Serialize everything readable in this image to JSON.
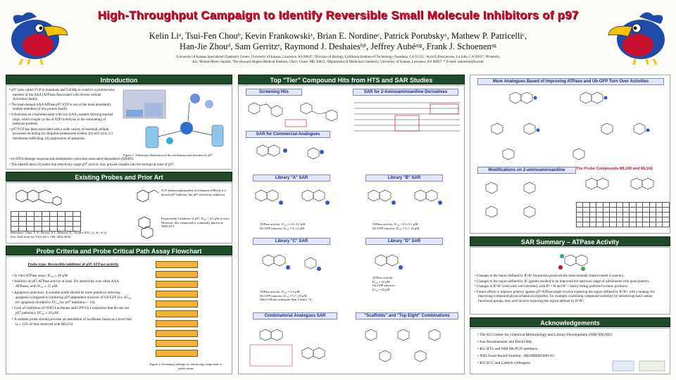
{
  "title": "High-Throughput Campaign to Identify Reversible Small Molecule Inhibitors of p97",
  "authors_line1": "Kelin Liᵃ, Tsui-Fen Chouᵇ, Kevin Frankowskiᵃ, Brian E. Nordineᶜ, Patrick Porubskyᵃ, Mathew P. Patricelliᶜ,",
  "authors_line2": "Han-Jie Zhouᵈ, Sam Gerritzᵉ, Raymond J. Deshaiesᵇʲᶠ, Jeffrey Aubéᵃʲᵍ, Frank J. Schoenenᵃᵍ",
  "affiliations_line1": "ᵃUniversity of Kansas Specialized Chemistry Center, University of Kansas, Lawrence, KS 66047; ᵇDivision of Biology, California Institute of Technology, Pasadena, CA 91125; ᶜActivX Biosciences, La Jolla, CA 92037; ᵈProteolix,",
  "affiliations_line2": "Inc; ᵉBristol-Myers Squibb; ᶠThe Howard Hughes Medical Institute, Chevy Chase, MD 20815; ᵍDepartment of Medicinal Chemistry, University of Kansas, Lawrence, KS 66047. * E-mail: schoenen@ku.edu",
  "sections": {
    "intro": "Introduction",
    "existing": "Existing Probes and Prior Art",
    "criteria": "Probe Criteria and Probe Critical Path Assay Flowchart",
    "tier": "Top \"Tier\" Compound Hits from HTS and SAR Studies",
    "sar": "SAR Summary – ATPase Activity",
    "ack": "Acknowledgements"
  },
  "intro": {
    "bullets": [
      "p97 (also called VCP in mammals and Cdc48p in yeast) is a promiscuous member of the AAA (ATPases Associated with diverse cellular Activities) family.",
      "The dual-domain AAA ATPase p97/VCP is one of the most abundantly studied members of this protein family.",
      "It functions as a homohexamer with two AAA cassettes forming stacked rings, which couple cycles of ATP hydrolysis to the remodeling of substrate proteins.",
      "p97/VCP has been associated with a wide variety of essential cellular processes including (a) ubiquitin-proteasome system, (b) cell cycle, (c) membrane trafficking, (d) suppression of apoptosis.",
      "(e) DNA damage response and endoplasmic reticulum associated degradation (ERAD).",
      "The identification of probes that selectively target p97 activity may provide insights into the biological roles of p97."
    ],
    "figure_caption": "Figure 1. Schematic illustration of the mechanism and function of p97"
  },
  "existing": {
    "text1": "N,N-dibenzylquinazoline-2,4-diamine (DBeQ) is a known p97 inhibitor, but p97 selectivity unknown.",
    "text2": "Eeyarestatin I inhibitor of p97, IC₅₀ = 4.5 µM in vitro. However, this compound is commonly known as NMS-873.",
    "ref": "Reference: Chou, T.-F.; Brown, S.J.; Minond, D.; Nordin, B.E.; Li, K.; et al. Proc Natl Acad Sci USA 2011, 108, 4834-4839."
  },
  "criteria": {
    "heading": "Probe type: Reversible inhibitor of p97 ATPase activity",
    "bullets": [
      "In vitro ATPase assay: IC₅₀ ≤ 20 µM",
      "Inhibitor of p97 ATPase activity at least 10x selectivity over other AAA ATPases, with IC₅₀ ≥ 25 µM.",
      "Apoptosis induction: A suitable probe should be more potent in inducing apoptosis compared to inhibiting p97-dependent turnover of Ub-GFP (i.e. EC₅₀ for apoptosis divided by EC₅₀ for p97 inhibition > 10).",
      "Lack of inhibition of ODD-Luciferase and GFP-CL1 (reporters that do not use p97 pathway), EC₅₀ ≥ 20 µM.",
      "A suitable probe should provoke accumulation of luciferase fusion at a level that is ≤ 15% of that observed with MG132."
    ],
    "flow_caption": "Figure 2. Screening strategy for advancing compounds to probe status"
  },
  "tier": {
    "labels": [
      "Screening Hits",
      "SAR for 2-Aminoaminoaniline Derivatives",
      "SAR for Commercial Analogues",
      "Library \"A\" SAR",
      "Library \"B\" SAR",
      "Library \"C\" SAR",
      "Library \"D\" SAR",
      "Combinatorial Analogues SAR",
      "\"Scaffolds\" and \"Top Eight\" Combinations"
    ],
    "data_a": "ATPase activity: IC₅₀ = 1.0–5.0 µM\nUb-GFP turnover: IC₅₀ = 3–12 µM",
    "data_b": "ATPase activity: IC₅₀ = 2.0–5.1 µM\nUb-GFP turnover: IC₅₀ = 3.7–14 µM",
    "data_c": "ATPase activity: IC₅₀ = 2.4 µM\nUb-GFP turnover: IC₅₀ = 5.7–18 µM\nMore cellular analogues than Library \"A\"",
    "data_d": "ATPase activity:\nIC₅₀ = 22 µM\nUb-GFP turnover:\nIC₅₀ = 43 µM"
  },
  "right": {
    "top_label": "More Analogues Based of Improving ATPase and Ub-GFP Turn Over Activities",
    "mod_label": "Modifications on 2-aminoaminoaniline",
    "probe_label": "The Probe Compounds ML240 and ML241"
  },
  "sar_summary": [
    "Changes to the region defined by R¹/R² (turquoise) produced the most dramatic improvement in potency.",
    "Changes to the region defined by R³ (green) resulted in an improved but narrower range of substituents with good potency.",
    "Changes to R⁴/R⁵ (red) were well tolerated, with R⁴ = H and R⁵ = benzyl being preferred in these positions.",
    "Future efforts to improve potency against p97 ATPase might involve exploring the region defined by R¹/R², with a strategy for improving compound physicochemical properties, for example, examining compound solubility by introducing basic amine functional groups, may well involve exploring the region defined by R¹/R²."
  ],
  "ack": [
    "The KU Center for Chemical Methodology and Library Development (NIH-NIGMS)",
    "Sue Rossmaessler and David Hill",
    "KU HTS and NIH MLPCN members",
    "NIH Grant Award Number: 1R03MH083683-01",
    "KU SCC and Caltech colleagues"
  ],
  "colors": {
    "title": "#c8102e",
    "section_header": "#1f4a2a",
    "sub_label": "#1a2a8a",
    "flow": "#f4b23a"
  }
}
